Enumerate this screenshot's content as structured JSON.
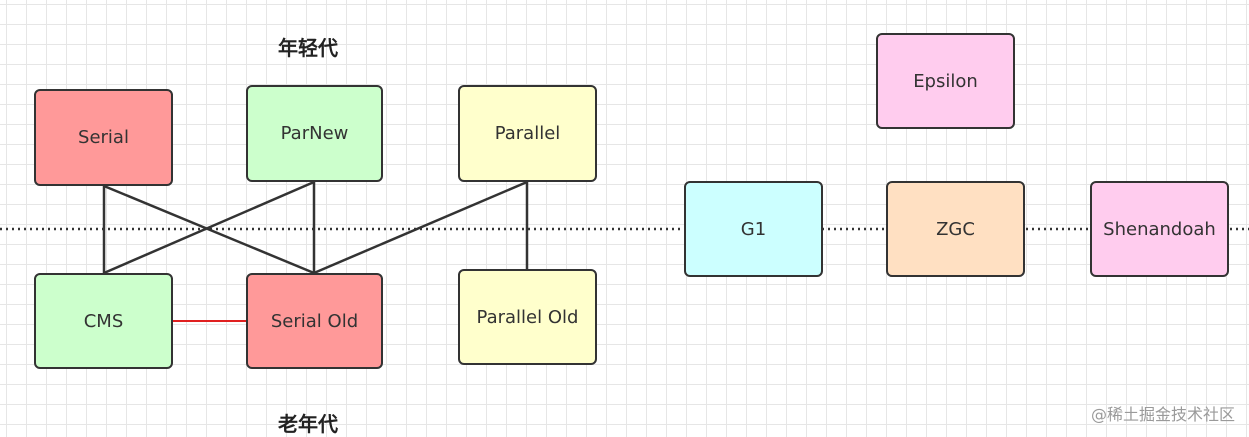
{
  "labels": {
    "young": "年轻代",
    "old": "老年代"
  },
  "nodes": {
    "serial": {
      "label": "Serial",
      "color": "#ff9999"
    },
    "parnew": {
      "label": "ParNew",
      "color": "#ccffcc"
    },
    "parallel": {
      "label": "Parallel",
      "color": "#ffffcc"
    },
    "cms": {
      "label": "CMS",
      "color": "#ccffcc"
    },
    "serial_old": {
      "label": "Serial Old",
      "color": "#ff9999"
    },
    "parallel_old": {
      "label": "Parallel Old",
      "color": "#ffffcc"
    },
    "epsilon": {
      "label": "Epsilon",
      "color": "#ffccee"
    },
    "g1": {
      "label": "G1",
      "color": "#ccffff"
    },
    "zgc": {
      "label": "ZGC",
      "color": "#ffe0c2"
    },
    "shenandoah": {
      "label": "Shenandoah",
      "color": "#ffccee"
    }
  },
  "edges": [
    {
      "from": "Serial",
      "to": "CMS"
    },
    {
      "from": "Serial",
      "to": "Serial Old"
    },
    {
      "from": "ParNew",
      "to": "CMS"
    },
    {
      "from": "ParNew",
      "to": "Serial Old"
    },
    {
      "from": "Parallel",
      "to": "Serial Old"
    },
    {
      "from": "Parallel",
      "to": "Parallel Old"
    },
    {
      "from": "CMS",
      "to": "Serial Old",
      "color": "#e02020"
    }
  ],
  "colors": {
    "stroke": "#333333",
    "dotted_line": "#333333",
    "red_edge": "#e02020"
  },
  "watermark": "@稀土掘金技术社区"
}
